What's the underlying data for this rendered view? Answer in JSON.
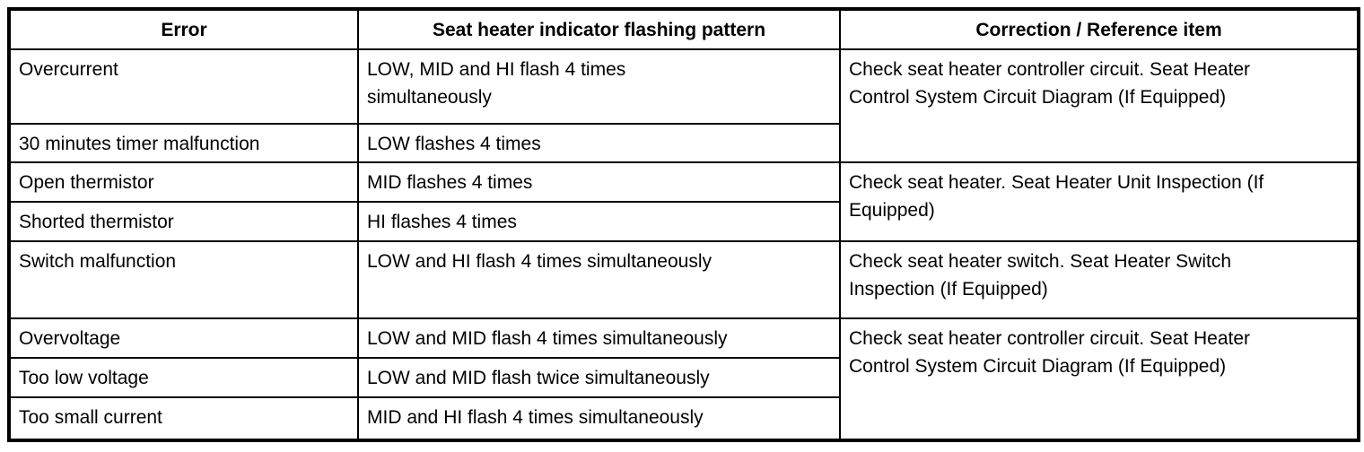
{
  "colors": {
    "page_background": "#ffffff",
    "ink": "#000000"
  },
  "table": {
    "columns": [
      "Error",
      "Seat heater indicator flashing pattern",
      "Correction / Reference item"
    ],
    "rows": [
      {
        "error": "Overcurrent",
        "pattern": "LOW, MID and HI flash 4 times simultaneously"
      },
      {
        "error": "30 minutes timer malfunction",
        "pattern": "LOW flashes 4 times"
      },
      {
        "error": "Open thermistor",
        "pattern": "MID flashes 4 times"
      },
      {
        "error": "Shorted thermistor",
        "pattern": "HI flashes 4 times"
      },
      {
        "error": "Switch malfunction",
        "pattern": "LOW and HI flash 4 times simultaneously"
      },
      {
        "error": "Overvoltage",
        "pattern": "LOW and MID flash 4 times simultaneously"
      },
      {
        "error": "Too low voltage",
        "pattern": "LOW and MID flash twice simultaneously"
      },
      {
        "error": "Too small current",
        "pattern": "MID and HI flash 4 times simultaneously"
      }
    ],
    "corrections": [
      "Check seat heater controller circuit. Seat Heater Control System Circuit Diagram (If Equipped)",
      "Check seat heater. Seat Heater Unit Inspection (If Equipped)",
      "Check seat heater switch. Seat Heater Switch Inspection (If Equipped)",
      "Check seat heater controller circuit. Seat Heater Control System Circuit Diagram (If Equipped)"
    ]
  }
}
